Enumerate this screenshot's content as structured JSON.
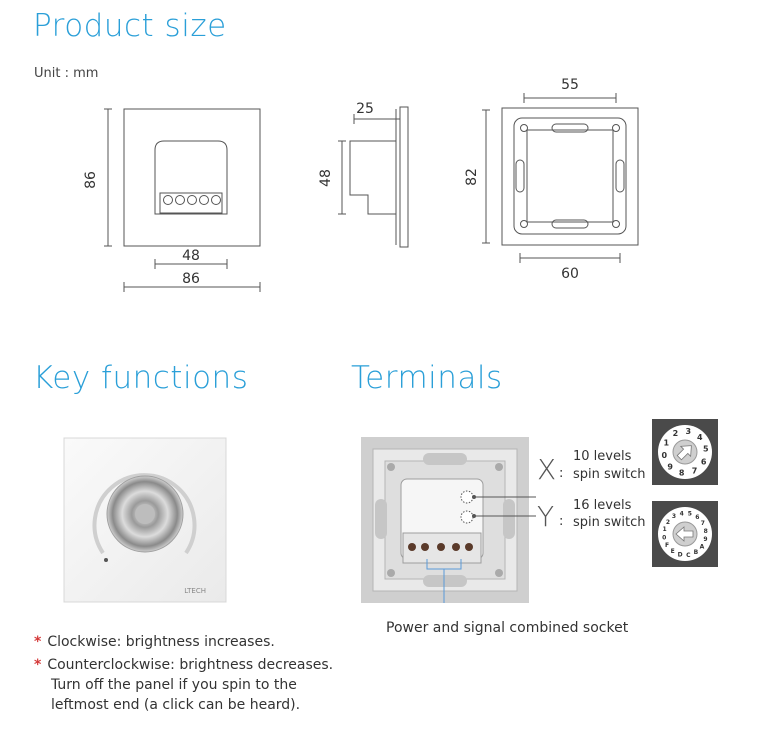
{
  "sections": {
    "product_size": "Product size",
    "key_functions": "Key functions",
    "terminals": "Terminals"
  },
  "unit_label": "Unit : mm",
  "dimensions": {
    "front_height": "86",
    "front_inner_width": "48",
    "front_width": "86",
    "side_depth": "25",
    "side_height": "48",
    "back_height": "82",
    "back_top_width": "55",
    "back_bottom_width": "60"
  },
  "panel_brand": "LTECH",
  "key_functions": [
    {
      "text": "Clockwise: brightness increases.",
      "cont": []
    },
    {
      "text": "Counterclockwise: brightness decreases.",
      "cont": [
        "Turn off the panel if you spin to the",
        "leftmost end (a click can be heard)."
      ]
    }
  ],
  "terminals": {
    "x": {
      "letter": "X",
      "sep": ":",
      "line1": "10 levels",
      "line2": "spin switch"
    },
    "y": {
      "letter": "Y",
      "sep": ":",
      "line1": "16 levels",
      "line2": "spin switch"
    },
    "x_dial_digits": [
      "0",
      "1",
      "2",
      "3",
      "4",
      "5",
      "6",
      "7",
      "8",
      "9"
    ],
    "y_dial_digits": [
      "0",
      "1",
      "2",
      "3",
      "4",
      "5",
      "6",
      "7",
      "8",
      "9",
      "A",
      "B",
      "C",
      "D",
      "E",
      "F"
    ],
    "socket_label": "Power and signal combined socket"
  },
  "colors": {
    "heading": "#2a9fd8",
    "bullet": "#d43838",
    "dial_bg": "#4a4a4a"
  }
}
